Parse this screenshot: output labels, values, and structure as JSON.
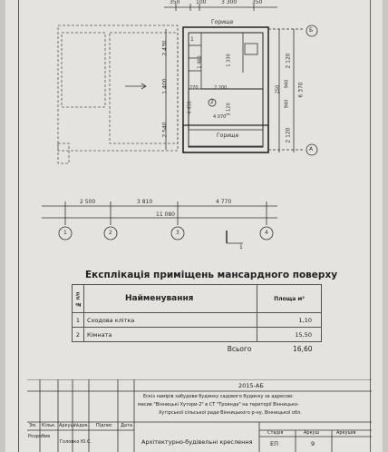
{
  "plan": {
    "top_dims": [
      "350",
      "100",
      "3 300",
      "350"
    ],
    "bottom_dims": [
      "2 500",
      "3 810",
      "4 770"
    ],
    "bottom_total": "11 080",
    "axes_x": [
      "1",
      "2",
      "3",
      "4"
    ],
    "axes_y": [
      "Б",
      "A"
    ],
    "left_dims": [
      "2 430",
      "1 400",
      "2 540"
    ],
    "right_dims": [
      "2 120",
      "6 370",
      "2 120"
    ],
    "right_inner": [
      "250",
      "940",
      "940"
    ],
    "inner_dims": [
      "1 460",
      "1 330",
      "4 450",
      "3 120",
      "2 200",
      "270",
      "4 070"
    ],
    "room_labels": [
      "Горище",
      "Горище"
    ],
    "room_nums": [
      "1",
      "2"
    ],
    "section_mark": "1"
  },
  "title": "Експлікація приміщень мансардного поверху",
  "table": {
    "headers": {
      "num": "№ п/п",
      "name": "Найменування",
      "area": "Площа м²"
    },
    "rows": [
      {
        "num": "1",
        "name": "Сходова клітка",
        "area": "1,10"
      },
      {
        "num": "2",
        "name": "Кімната",
        "area": "15,50"
      }
    ],
    "total_label": "Всього",
    "total_value": "16,60"
  },
  "stamp": {
    "code": "2015-АБ",
    "description_line1": "Ескіз намірів забудови будинку садового будинку за адресою:",
    "description_line2": "масив \"Вінницькі Хутори-2\" в СТ \"Троянда\" на території Вінницько-",
    "description_line3": "Хутірської сільської ради Вінницького р-ну, Вінницької обл.",
    "col_headers": [
      "Зм.",
      "Кільк.",
      "Аркуш",
      "№док.",
      "Підпис",
      "Дата"
    ],
    "designer_label": "Розробив",
    "designer_name": "Головко Ю.С.",
    "stage_label": "Стадія",
    "sheet_label": "Аркуш",
    "sheets_label": "Аркушів",
    "section": "Архітектурно-будівельні креслення",
    "stage": "ЕП",
    "sheet": "9"
  }
}
